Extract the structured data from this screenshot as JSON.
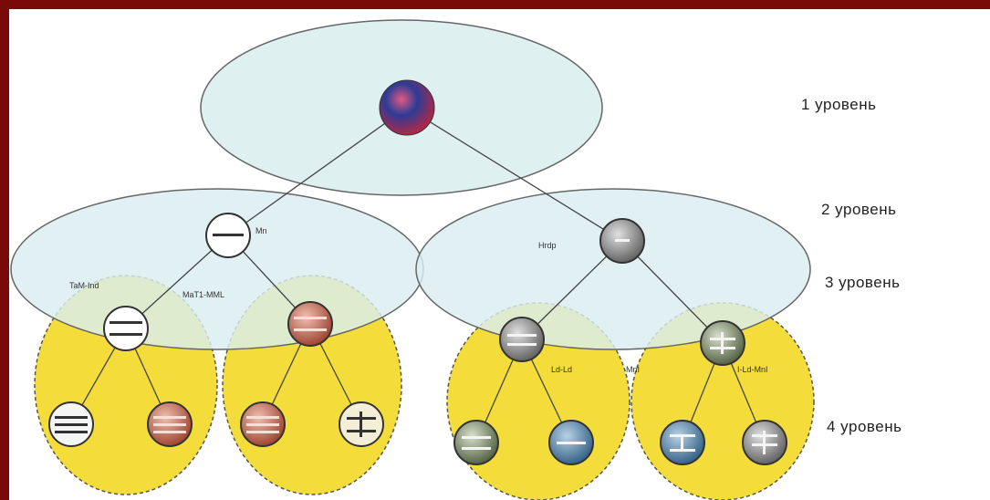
{
  "levels": [
    {
      "label": "1 уровень"
    },
    {
      "label": "2 уровень"
    },
    {
      "label": "3 уровень"
    },
    {
      "label": "4 уровень"
    }
  ],
  "node_labels": {
    "left_l2": "Mn",
    "right_l2": "Hrdp",
    "left_branch_1": "TaM-Ind",
    "left_branch_2": "MaT1-MML",
    "right_leaf_1": "Ld-Ld",
    "right_leaf_2": "MnI",
    "right_leaf_3": "I-Ld-MnI"
  },
  "colors": {
    "frame": "#7a0a0a",
    "pale_blue": "#dbeef0",
    "yellow": "#f4dd3a",
    "root_top": "#2a3a8e",
    "root_bottom": "#c23a5a"
  }
}
